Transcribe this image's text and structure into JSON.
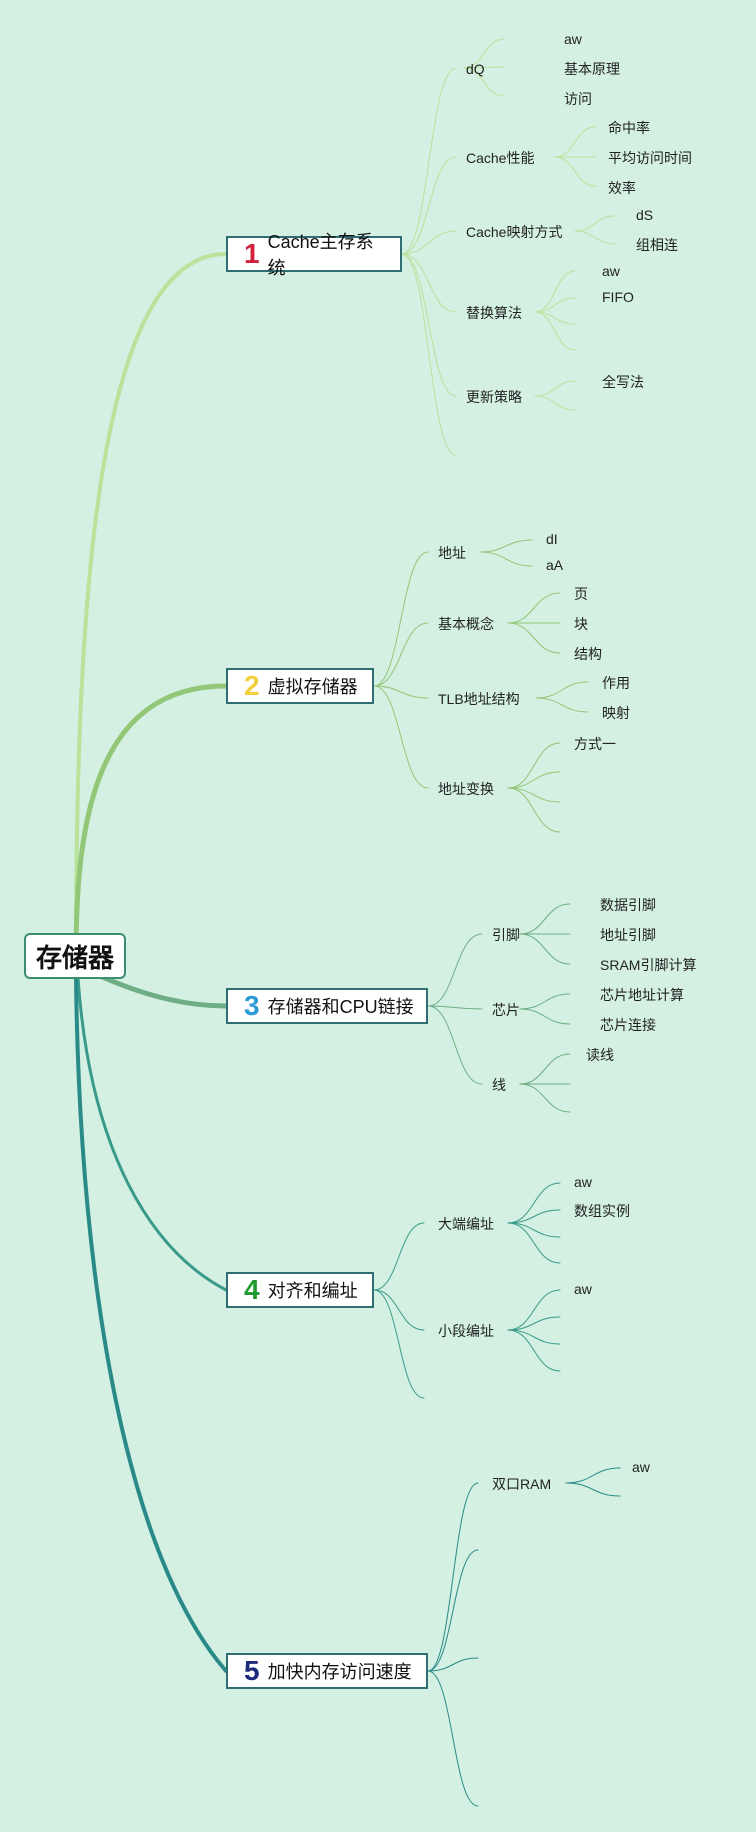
{
  "root": {
    "label": "存储器"
  },
  "branches": [
    {
      "num": "1",
      "num_color": "#d2213d",
      "label": "Cache主存系统",
      "children": [
        {
          "label": "dQ",
          "children": [
            "aw",
            "基本原理",
            "访问"
          ]
        },
        {
          "label": "Cache性能",
          "children": [
            "命中率",
            "平均访问时间",
            "效率"
          ]
        },
        {
          "label": "Cache映射方式",
          "children": [
            "dS",
            "组相连"
          ]
        },
        {
          "label": "替换算法",
          "children": [
            "aw",
            "FIFO"
          ]
        },
        {
          "label": "更新策略",
          "children": [
            "全写法"
          ]
        }
      ]
    },
    {
      "num": "2",
      "num_color": "#f2cf3c",
      "label": "虚拟存储器",
      "children": [
        {
          "label": "地址",
          "children": [
            "dI",
            "aA"
          ]
        },
        {
          "label": "基本概念",
          "children": [
            "页",
            "块",
            "结构"
          ]
        },
        {
          "label": "TLB地址结构",
          "children": [
            "作用",
            "映射"
          ]
        },
        {
          "label": "地址变换",
          "children": [
            "方式一"
          ]
        }
      ]
    },
    {
      "num": "3",
      "num_color": "#2a9bd6",
      "label": "存储器和CPU链接",
      "children": [
        {
          "label": "引脚",
          "children": [
            "数据引脚",
            "地址引脚",
            "SRAM引脚计算"
          ]
        },
        {
          "label": "芯片",
          "children": [
            "芯片地址计算",
            "芯片连接"
          ]
        },
        {
          "label": "线",
          "children": [
            "读线"
          ]
        }
      ]
    },
    {
      "num": "4",
      "num_color": "#1e9a2e",
      "label": "对齐和编址",
      "children": [
        {
          "label": "大端编址",
          "children": [
            "aw",
            "数组实例"
          ]
        },
        {
          "label": "小段编址",
          "children": [
            "aw"
          ]
        }
      ]
    },
    {
      "num": "5",
      "num_color": "#1f2a7a",
      "label": "加快内存访问速度",
      "children": [
        {
          "label": "双口RAM",
          "children": [
            "aw"
          ]
        }
      ]
    }
  ],
  "colors": {
    "background": "#d3f0e2",
    "branch1_line": "#b9e29a",
    "branch2_line": "#93c778",
    "branch3_line": "#6fae84",
    "branch4_line": "#3a9a8a",
    "branch5_line": "#2a8a88"
  }
}
